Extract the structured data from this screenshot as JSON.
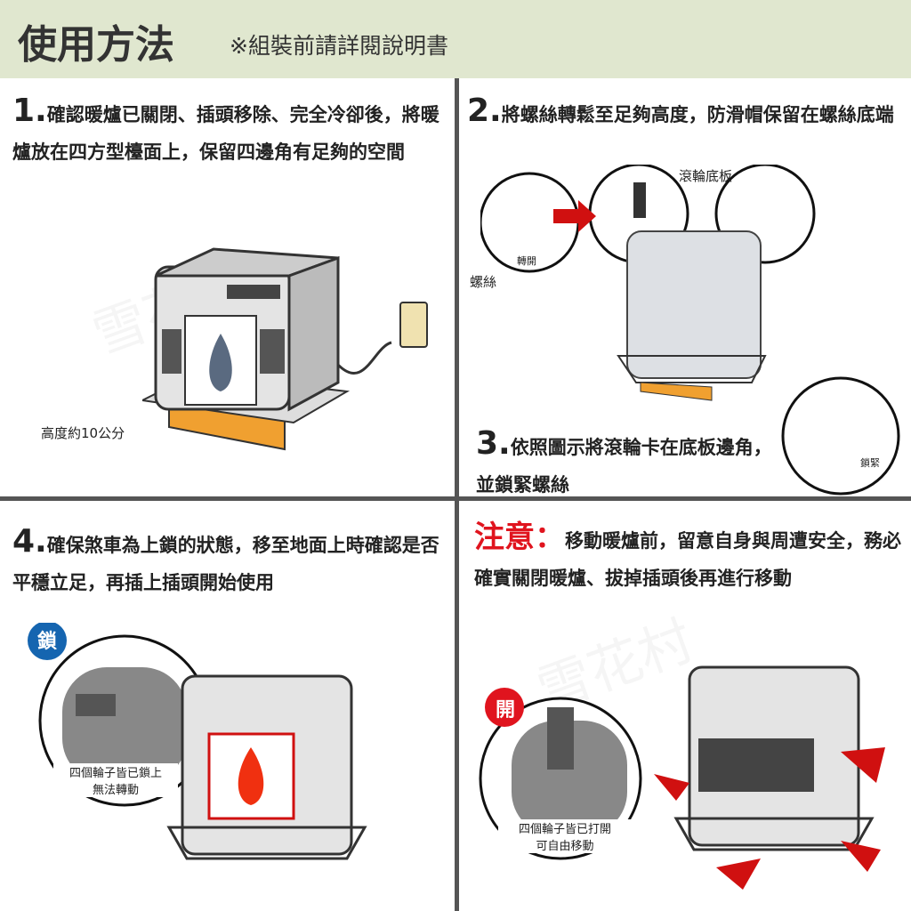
{
  "header": {
    "title": "使用方法",
    "subtitle": "※組裝前請詳閱說明書"
  },
  "step1": {
    "number": "1.",
    "text": "確認暖爐已關閉、插頭移除、完全冷卻後，將暖爐放在四方型檯面上，保留四邊角有足夠的空間",
    "label_height": "高度約10公分"
  },
  "step2": {
    "number": "2.",
    "text": "將螺絲轉鬆至足夠高度，防滑帽保留在螺絲底端",
    "label_turn_open": "轉開",
    "label_screw": "螺絲",
    "label_plate": "滾輪底板"
  },
  "step3": {
    "number": "3.",
    "text": "依照圖示將滾輪卡在底板邊角，並鎖緊螺絲",
    "label_tighten": "鎖緊"
  },
  "step4": {
    "number": "4.",
    "text": "確保煞車為上鎖的狀態，移至地面上時確認是否平穩立足，再插上插頭開始使用",
    "badge": "鎖",
    "caption_line1": "四個輪子皆已鎖上",
    "caption_line2": "無法轉動"
  },
  "note": {
    "label": "注意：",
    "text": "移動暖爐前，留意自身與周遭安全，務必確實關閉暖爐、拔掉插頭後再進行移動",
    "badge": "開",
    "caption_line1": "四個輪子皆已打開",
    "caption_line2": "可自由移動"
  },
  "watermark": "雪花村",
  "colors": {
    "header_bg": "#e0e7cf",
    "accent_red": "#e0141e",
    "badge_blue": "#1565b0",
    "base_orange": "#f0a030"
  }
}
